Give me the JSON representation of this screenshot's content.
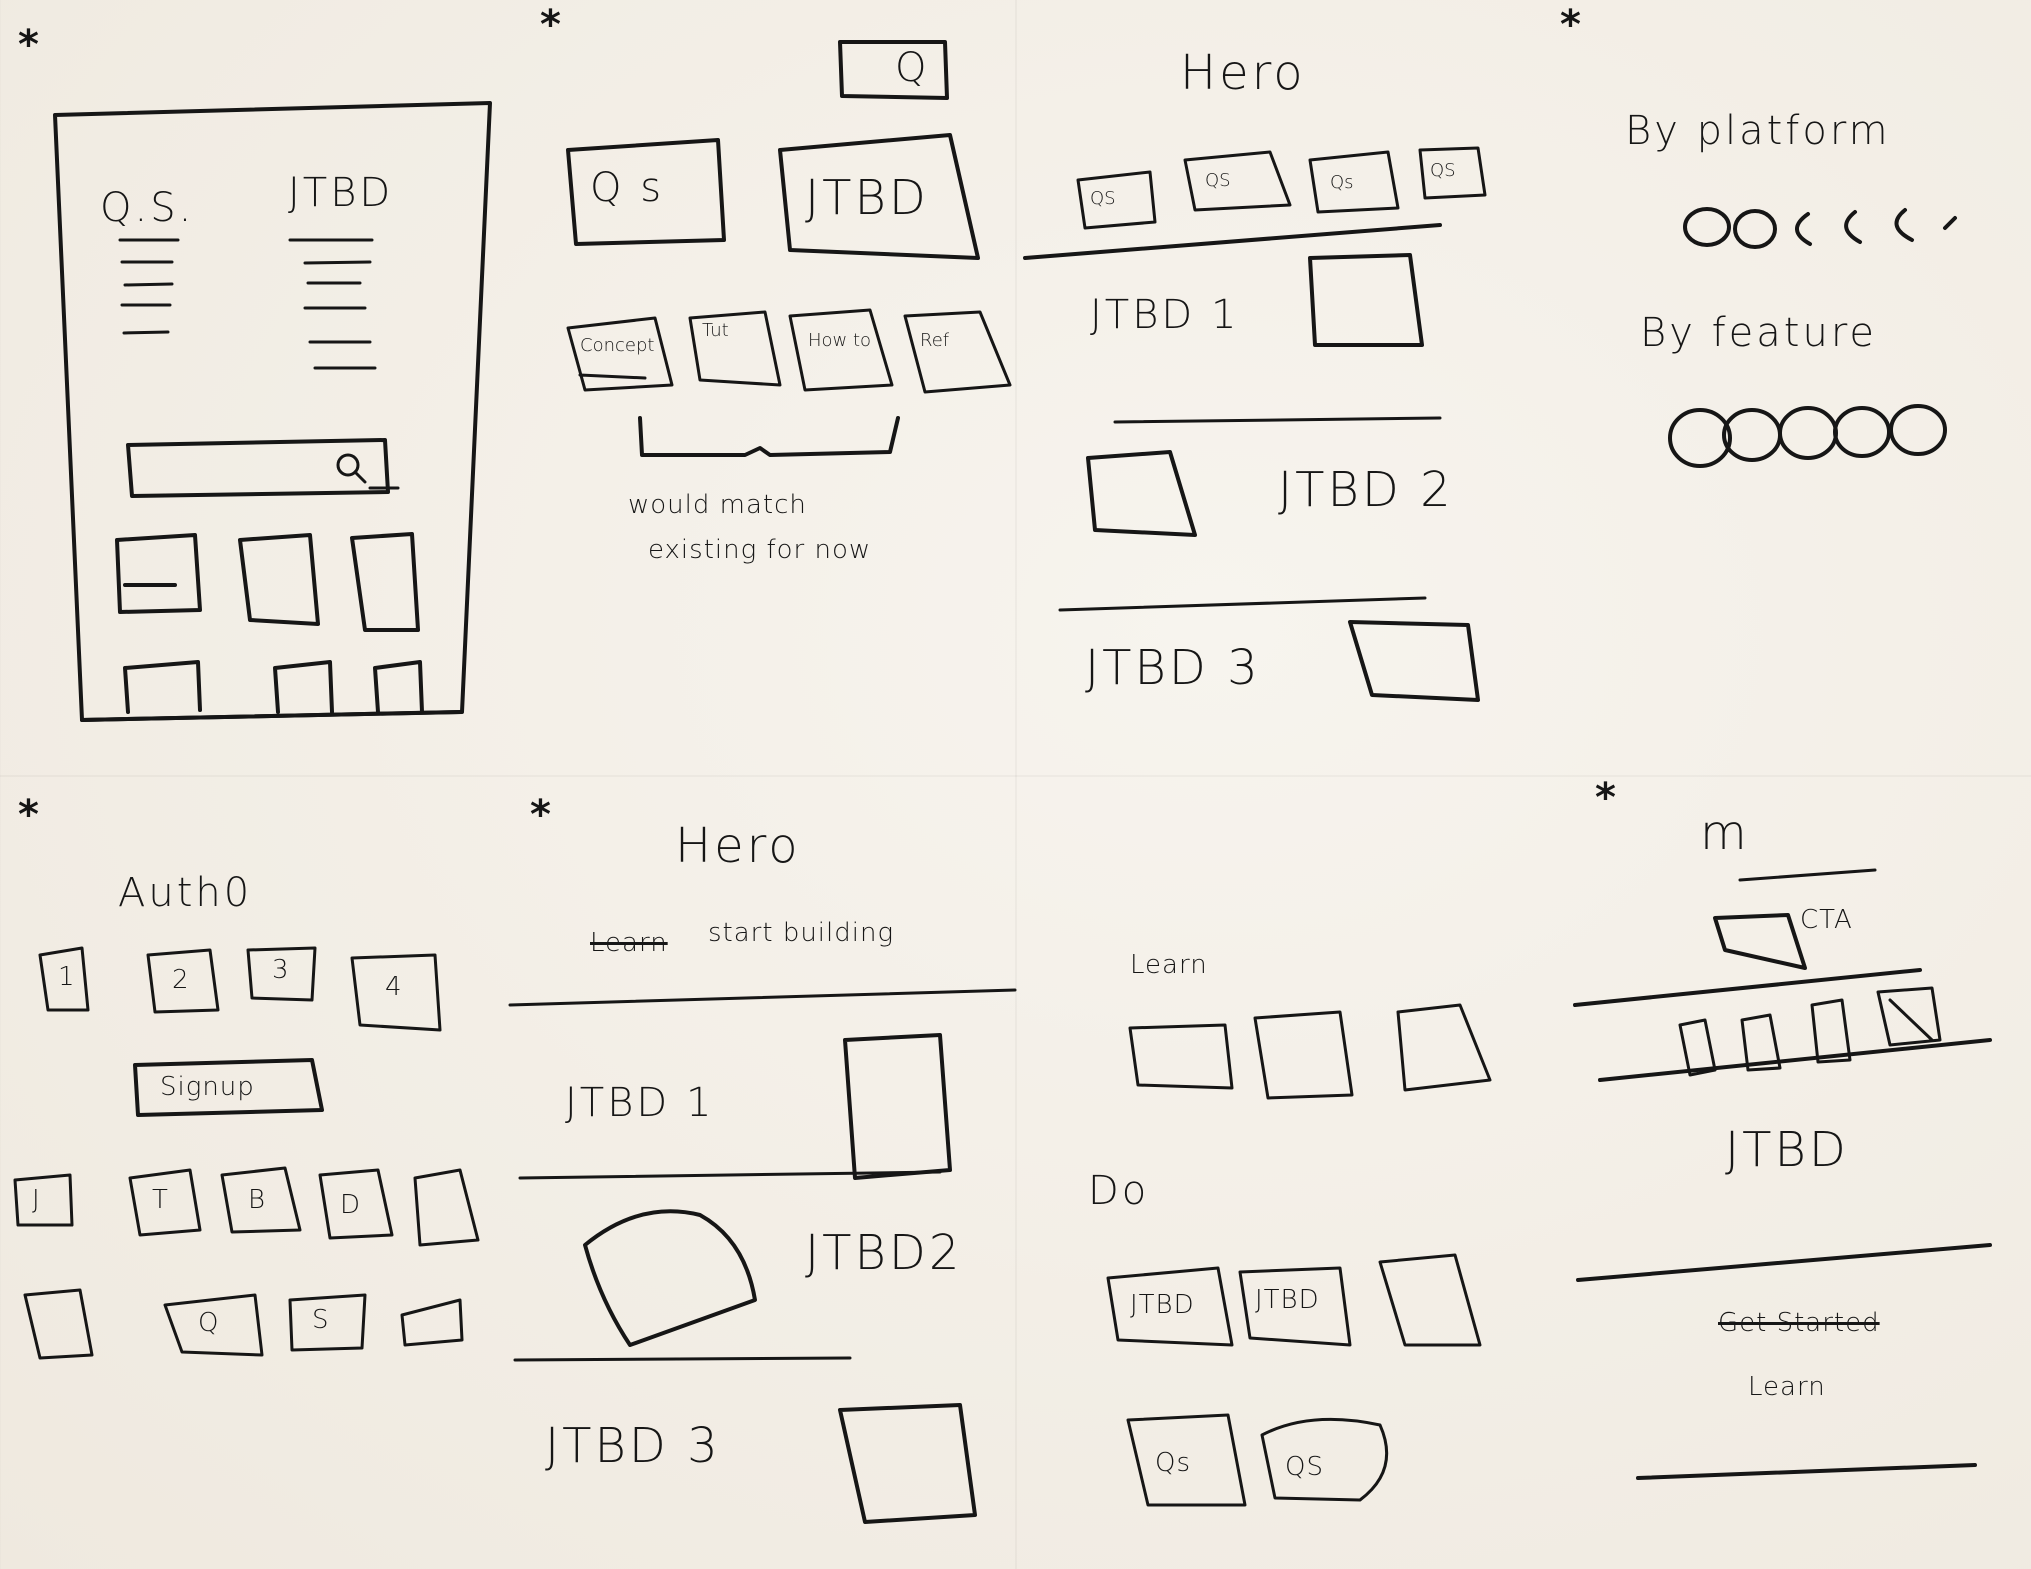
{
  "sketch_1": {
    "col_left": "Q.S.",
    "col_right": "JTBD"
  },
  "sketch_2": {
    "search_glyph": "Q",
    "box_left": "Q s",
    "box_right": "JTBD",
    "tiles": [
      "Concept",
      "Tut",
      "How to",
      "Ref"
    ],
    "note_line1": "would match",
    "note_line2": "existing for now"
  },
  "sketch_3": {
    "title": "Hero",
    "chips": [
      "QS",
      "QS",
      "Qs",
      "QS"
    ],
    "rows": [
      "JTBD 1",
      "JTBD 2",
      "JTBD 3"
    ]
  },
  "sketch_4": {
    "label_platform": "By platform",
    "label_feature": "By feature"
  },
  "sketch_5": {
    "title": "Auth0",
    "steps": [
      "1",
      "2",
      "3",
      "4"
    ],
    "signup": "Signup",
    "jtbd_letters": [
      "J",
      "T",
      "B",
      "D"
    ],
    "row_q": "Q",
    "row_s": "S"
  },
  "sketch_6": {
    "title": "Hero",
    "struck": "Learn",
    "subtitle": "start building",
    "rows": [
      "JTBD 1",
      "JTBD2",
      "JTBD 3"
    ]
  },
  "sketch_7": {
    "learn": "Learn",
    "do": "Do",
    "jtbd_a": "JTBD",
    "jtbd_b": "JTBD",
    "qs_a": "Qs",
    "qs_b": "QS"
  },
  "sketch_8": {
    "scribble": "m",
    "cta": "CTA",
    "jtbd": "JTBD",
    "struck": "Get Started",
    "learn": "Learn"
  }
}
